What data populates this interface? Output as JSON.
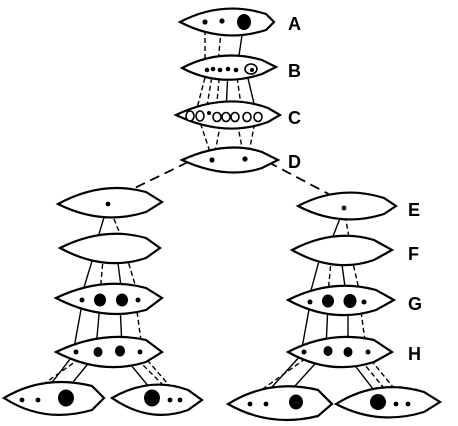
{
  "labels": {
    "A": "A",
    "B": "B",
    "C": "C",
    "D": "D",
    "E": "E",
    "F": "F",
    "G": "G",
    "H": "H"
  }
}
